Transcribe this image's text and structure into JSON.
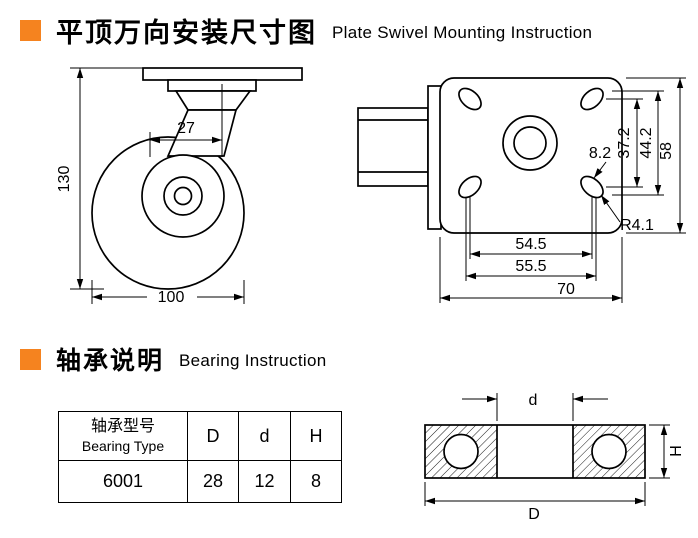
{
  "colors": {
    "accent": "#f5831f",
    "ink": "#000000"
  },
  "section_mounting": {
    "title_zh": "平顶万向安装尺寸图",
    "title_en": "Plate Swivel Mounting Instruction",
    "side_view": {
      "overall_height": "130",
      "swivel_offset": "27",
      "wheel_diameter": "100"
    },
    "plate_view": {
      "slot_width": "8.2",
      "hole_span_inner": "37.2",
      "hole_span_outer": "44.2",
      "plate_depth": "58",
      "hole_pitch": "54.5",
      "hole_pitch_outer": "55.5",
      "plate_width": "70",
      "corner_radius": "R4.1"
    }
  },
  "section_bearing": {
    "title_zh": "轴承说明",
    "title_en": "Bearing Instruction",
    "table": {
      "header": {
        "type_zh": "轴承型号",
        "type_en": "Bearing Type",
        "cols": [
          "D",
          "d",
          "H"
        ]
      },
      "rows": [
        [
          "6001",
          "28",
          "12",
          "8"
        ]
      ]
    },
    "diagram": {
      "bore_label": "d",
      "outer_label": "D",
      "width_label": "H"
    }
  }
}
